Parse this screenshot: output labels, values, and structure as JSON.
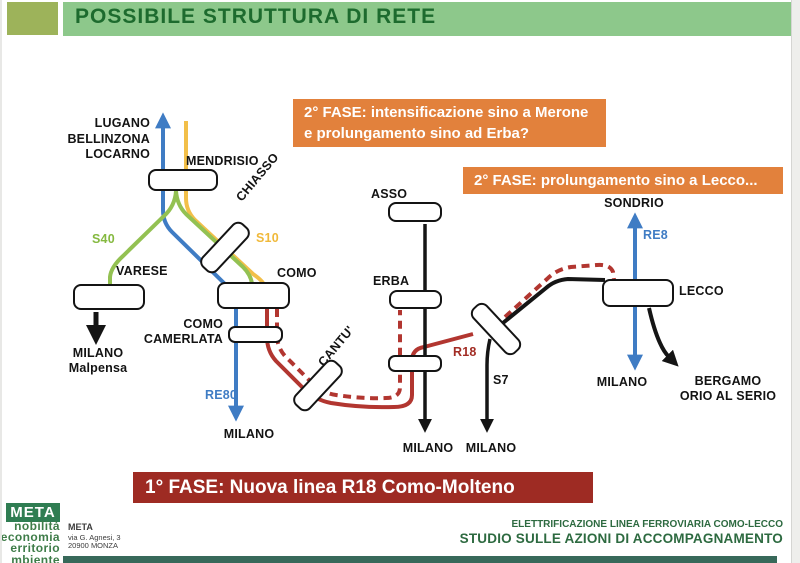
{
  "title": "POSSIBILE STRUTTURA DI RETE",
  "callouts": {
    "fase2_merone_line1": "2° FASE: intensificazione sino a Merone",
    "fase2_merone_line2": "e prolungamento sino ad Erba?",
    "fase2_lecco": "2° FASE: prolungamento sino a Lecco...",
    "fase1": "1° FASE: Nuova linea R18 Como-Molteno"
  },
  "stations": {
    "mendrisio": "MENDRISIO",
    "chiasso": "CHIASSO",
    "varese": "VARESE",
    "como": "COMO",
    "como_camerlata_line1": "COMO",
    "como_camerlata_line2": "CAMERLATA",
    "cantu": "CANTU'",
    "asso": "ASSO",
    "erba": "ERBA",
    "lecco": "LECCO"
  },
  "destinations": {
    "lugano": "LUGANO",
    "bellinzona": "BELLINZONA",
    "locarno": "LOCARNO",
    "milano_malpensa_line1": "MILANO",
    "milano_malpensa_line2": "Malpensa",
    "milano_re80": "MILANO",
    "milano_asso": "MILANO",
    "milano_s7": "MILANO",
    "milano_re8": "MILANO",
    "sondrio": "SONDRIO",
    "bergamo_line1": "BERGAMO",
    "bergamo_line2": "ORIO AL SERIO"
  },
  "lines": {
    "s40": "S40",
    "s10": "S10",
    "re80": "RE80",
    "r18": "R18",
    "s7": "S7",
    "re8": "RE8"
  },
  "footer": {
    "logo_text": "META",
    "logo_words": [
      "nobilità",
      "economia",
      "erritorio",
      "mbiente"
    ],
    "org_name": "META",
    "address_line1": "via G. Agnesi, 3",
    "address_line2": "20900 MONZA",
    "project_line1": "ELETTRIFICAZIONE LINEA FERROVIARIA COMO-LECCO",
    "project_line2": "STUDIO SULLE AZIONI DI ACCOMPAGNAMENTO"
  },
  "colors": {
    "title_bar_green": "#8dc88b",
    "title_text_green": "#1d6b2e",
    "olive_square": "#9db35a",
    "callout_orange": "#e2813c",
    "banner_dark_red": "#9e2b23",
    "line_red_r18": "#b23630",
    "line_blue": "#3f7cc4",
    "line_green_s40": "#93c152",
    "line_yellow_s10": "#f2bf49",
    "line_black": "#151515",
    "footer_logo_green": "#2f7d52",
    "footer_text_green": "#2d6a40"
  }
}
